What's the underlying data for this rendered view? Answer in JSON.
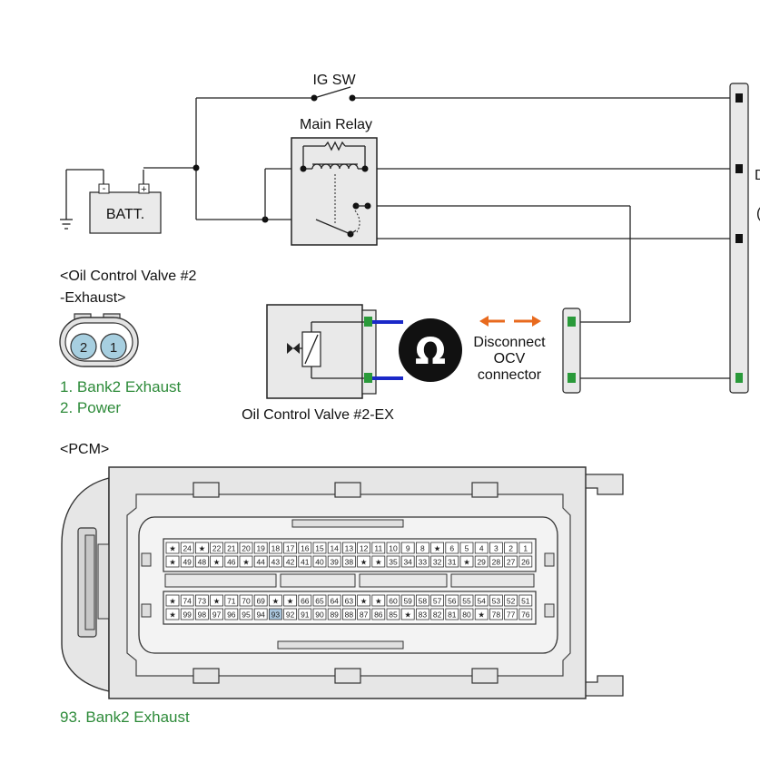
{
  "switch_label": "IG SW",
  "relay_label": "Main Relay",
  "battery_label": "BATT.",
  "battery_minus": "-",
  "battery_plus": "+",
  "ocv_connector": {
    "title_line1": "<Oil Control Valve #2",
    "title_line2": "-Exhaust>",
    "pins": [
      "2",
      "1"
    ],
    "pin_desc": [
      "1. Bank2 Exhaust",
      "2. Power"
    ]
  },
  "valve_label": "Oil Control Valve #2-EX",
  "ohm_symbol": "Ω",
  "disconnect_lines": [
    "Disconnect",
    "OCV",
    "connector"
  ],
  "right_edge_text": [
    "D",
    "("
  ],
  "pcm": {
    "title": "<PCM>",
    "rows": [
      [
        "★",
        "24",
        "★",
        "22",
        "21",
        "20",
        "19",
        "18",
        "17",
        "16",
        "15",
        "14",
        "13",
        "12",
        "11",
        "10",
        "9",
        "8",
        "★",
        "6",
        "5",
        "4",
        "3",
        "2",
        "1"
      ],
      [
        "★",
        "49",
        "48",
        "★",
        "46",
        "★",
        "44",
        "43",
        "42",
        "41",
        "40",
        "39",
        "38",
        "★",
        "★",
        "35",
        "34",
        "33",
        "32",
        "31",
        "★",
        "29",
        "28",
        "27",
        "26"
      ],
      [
        "★",
        "74",
        "73",
        "★",
        "71",
        "70",
        "69",
        "★",
        "★",
        "66",
        "65",
        "64",
        "63",
        "★",
        "★",
        "60",
        "59",
        "58",
        "57",
        "56",
        "55",
        "54",
        "53",
        "52",
        "51"
      ],
      [
        "★",
        "99",
        "98",
        "97",
        "96",
        "95",
        "94",
        "93",
        "92",
        "91",
        "90",
        "89",
        "88",
        "87",
        "86",
        "85",
        "★",
        "83",
        "82",
        "81",
        "80",
        "★",
        "78",
        "77",
        "76"
      ]
    ],
    "highlight_pin": "93",
    "highlight_color": "#aac6de",
    "footnote": "93. Bank2 Exhaust"
  },
  "colors": {
    "accent_green": "#2e8b3a",
    "wire_blue": "#1a28c8",
    "arrow_orange": "#e86a1e"
  }
}
